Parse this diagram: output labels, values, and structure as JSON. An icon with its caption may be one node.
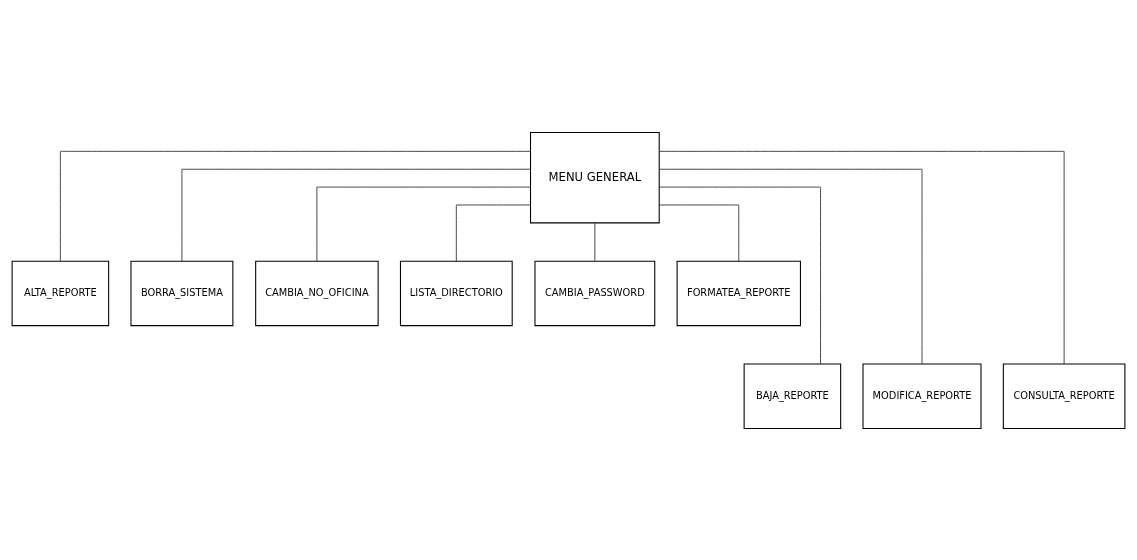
{
  "diagram": {
    "nodes": [
      {
        "text": [
          "MENU GENERAL"
        ]
      },
      {
        "text": [
          "ALTA_REPORTE"
        ]
      },
      {
        "text": [
          "BORRA_SISTEMA"
        ]
      },
      {
        "text": [
          "CAMBIA_NO_OFICINA"
        ]
      },
      {
        "text": [
          "LISTA_DIRECTORIO"
        ]
      },
      {
        "text": [
          "CAMBIA_PASSWORD"
        ]
      },
      {
        "text": [
          "FORMATEA_REPORTE"
        ]
      },
      {
        "text": [
          "BAJA_REPORTE"
        ]
      },
      {
        "text": [
          "MODIFICA_REPORTE"
        ]
      },
      {
        "text": [
          "CONSULTA_REPORTE"
        ]
      }
    ],
    "edges": [
      {
        "from": 0,
        "to": 1,
        "arrow": "none"
      },
      {
        "from": 0,
        "to": 2,
        "arrow": "none"
      },
      {
        "from": 0,
        "to": 3,
        "arrow": "none"
      },
      {
        "from": 0,
        "to": 4,
        "arrow": "none"
      },
      {
        "from": 0,
        "to": 5,
        "arrow": "none"
      },
      {
        "from": 0,
        "to": 6,
        "arrow": "none"
      },
      {
        "from": 0,
        "to": 7,
        "arrow": "none"
      },
      {
        "from": 0,
        "to": 8,
        "arrow": "none"
      },
      {
        "from": 0,
        "to": 9,
        "arrow": "none"
      }
    ]
  }
}
